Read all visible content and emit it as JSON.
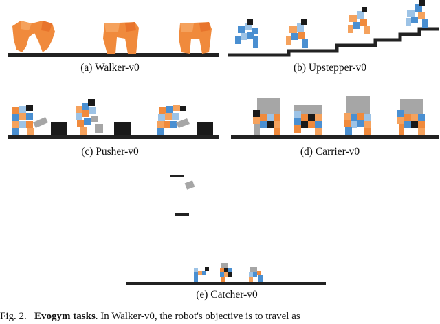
{
  "panels": [
    {
      "id": "a",
      "caption": "(a)  Walker-v0"
    },
    {
      "id": "b",
      "caption": "(b)  Upstepper-v0"
    },
    {
      "id": "c",
      "caption": "(c)  Pusher-v0"
    },
    {
      "id": "d",
      "caption": "(d)  Carrier-v0"
    },
    {
      "id": "e",
      "caption": "(e)  Catcher-v0"
    }
  ],
  "figure_caption": {
    "prefix": "Fig. 2.",
    "bold": "Evogym tasks",
    "rest": ". In Walker-v0, the robot's objective is to travel as"
  },
  "colors": {
    "orange_dark": "#e8742c",
    "orange_light": "#f5a25d",
    "blue_dark": "#4a8fd1",
    "blue_light": "#9dc3e6",
    "black": "#1a1a1a",
    "gray": "#a6a6a6",
    "ground": "#222222"
  }
}
